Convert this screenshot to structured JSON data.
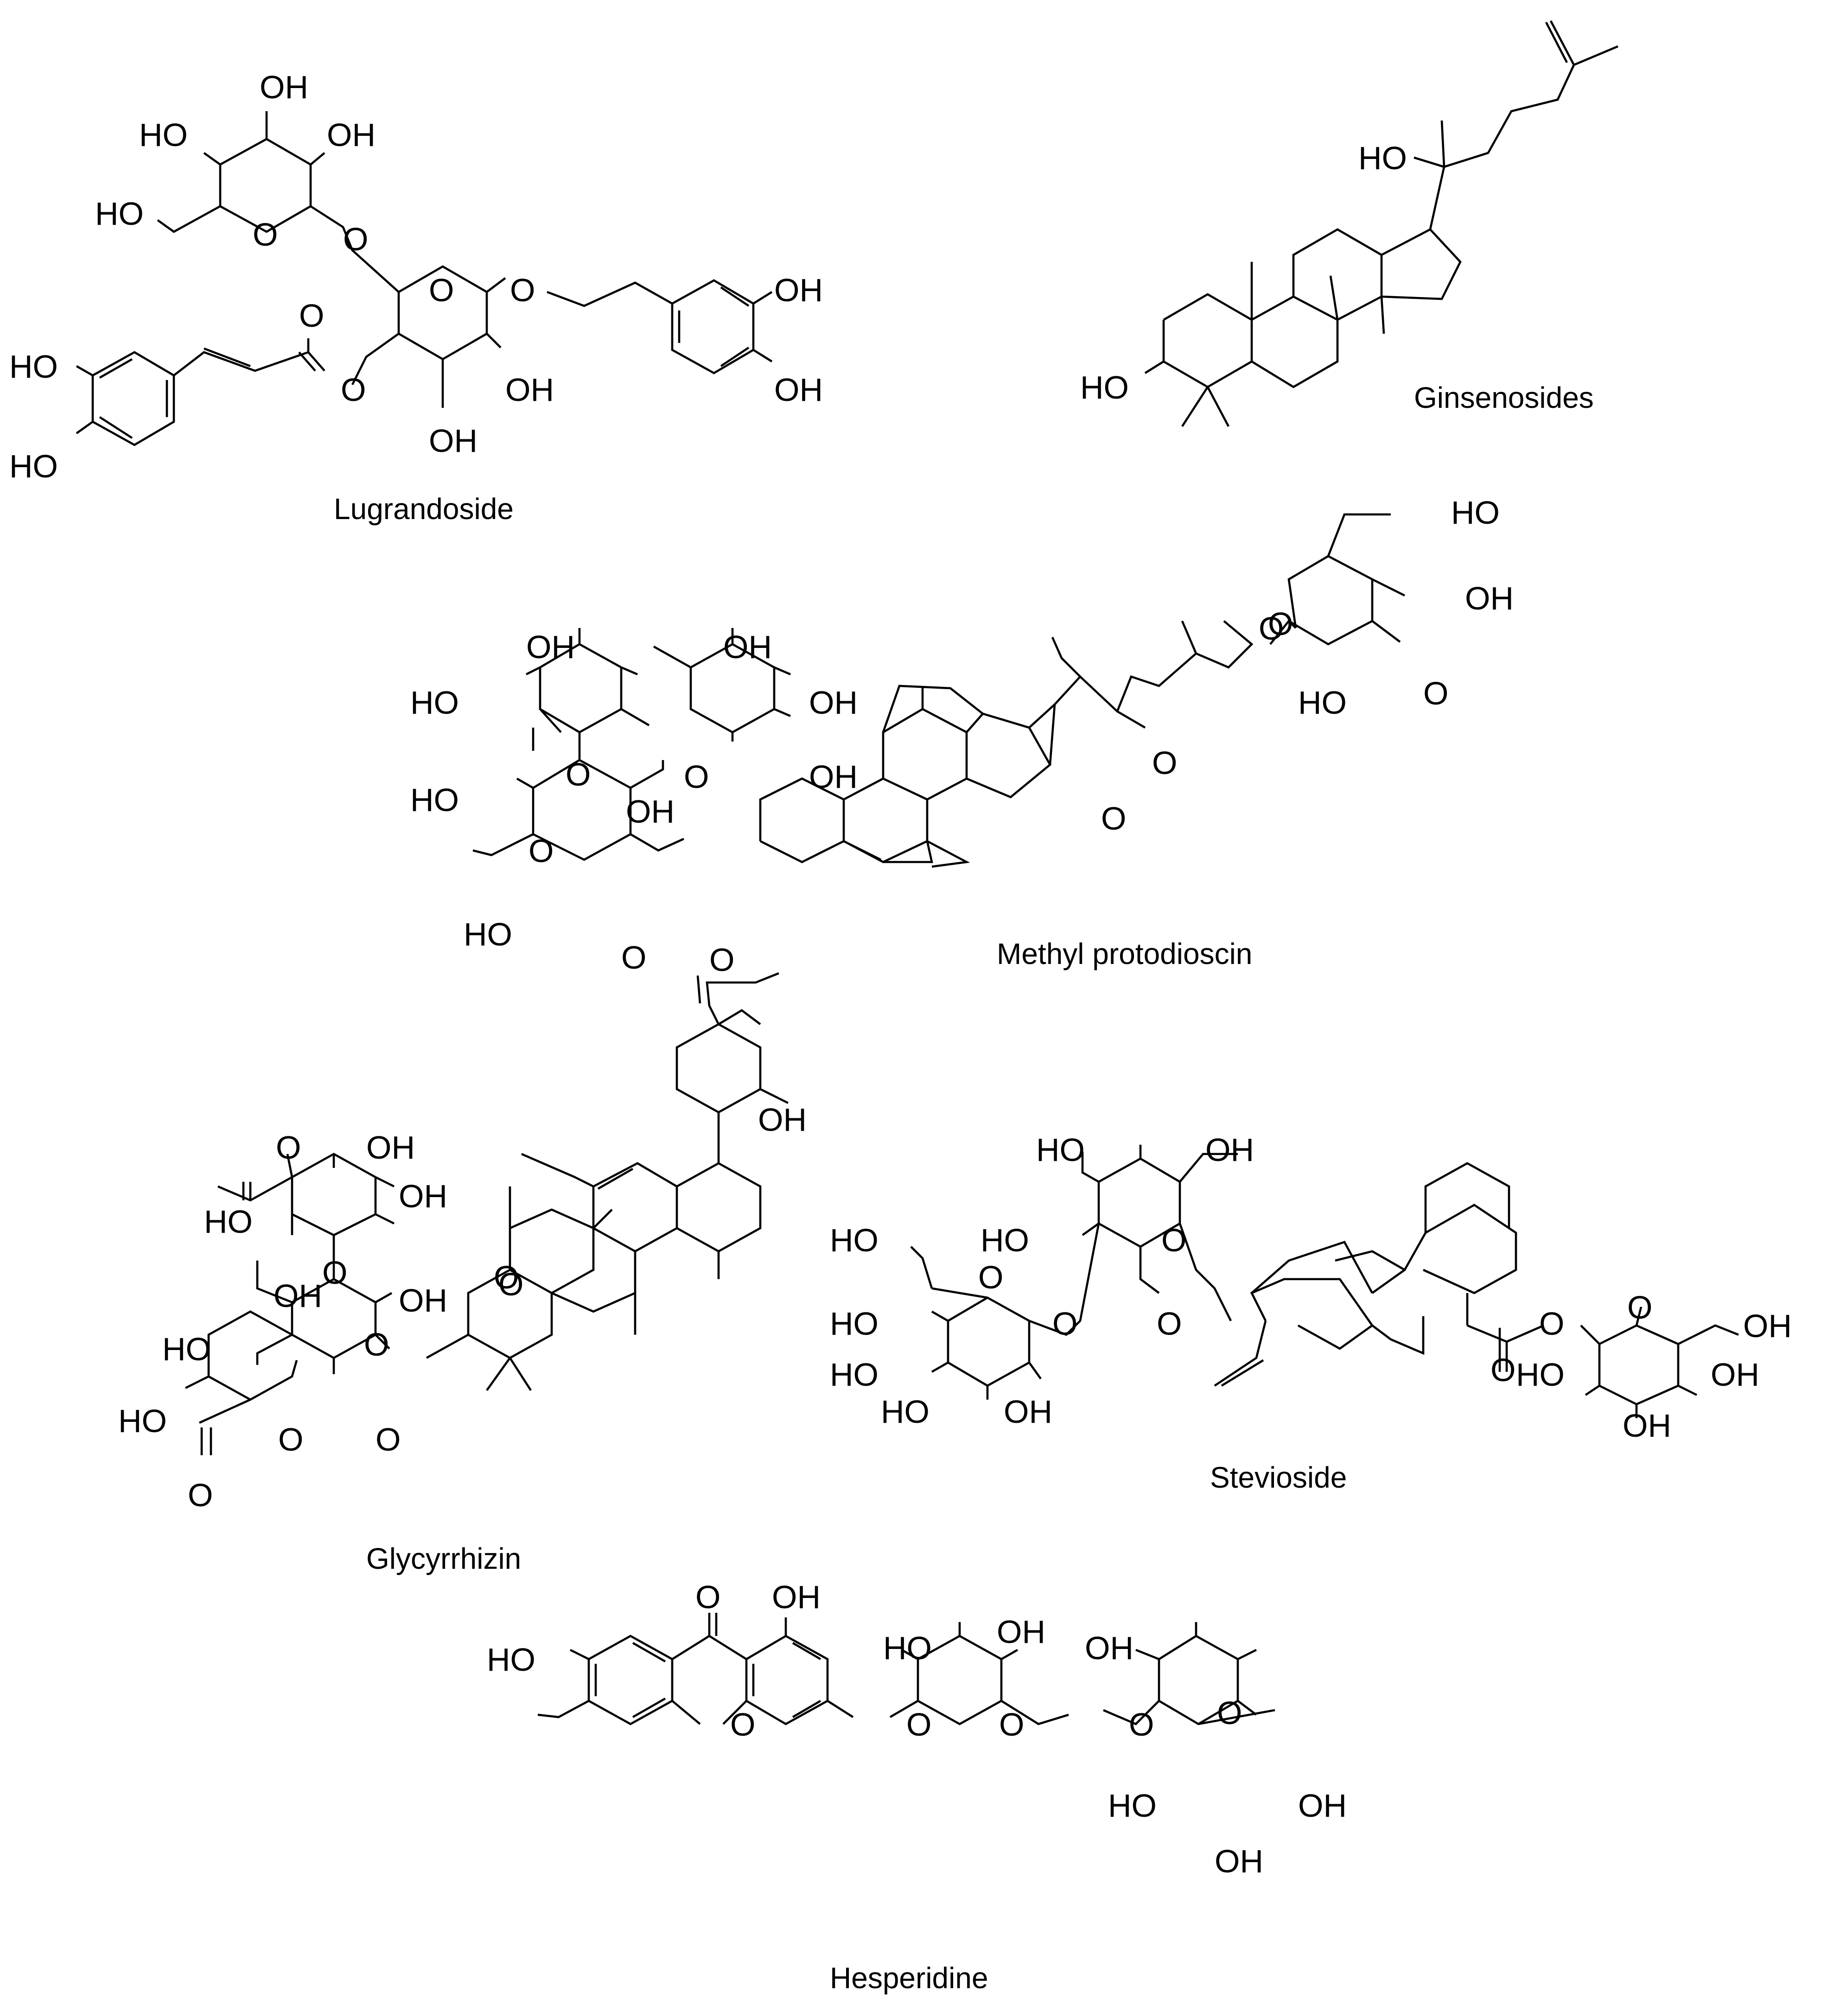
{
  "compounds": [
    {
      "name": "Lugrandoside",
      "labels": [
        "OH",
        "HO",
        "OH",
        "HO",
        "O",
        "O",
        "O",
        "O",
        "OH",
        "O",
        "O",
        "HO",
        "OH",
        "HO",
        "OH",
        "OH"
      ]
    },
    {
      "name": "Ginsenosides",
      "labels": [
        "HO",
        "HO"
      ]
    },
    {
      "name": "Methyl protodioscin",
      "labels": [
        "OH",
        "O",
        "OH",
        "HO",
        "OH",
        "OH",
        "HO",
        "OH",
        "O",
        "HO",
        "O",
        "HO",
        "O",
        "O",
        "OH",
        "O",
        "O",
        "O",
        "HO",
        "O",
        "O"
      ]
    },
    {
      "name": "Glycyrrhizin",
      "labels": [
        "O",
        "OH",
        "OH",
        "HO",
        "OH",
        "O",
        "O",
        "OH",
        "O",
        "HO",
        "O",
        "HO",
        "O",
        "O",
        "O",
        "OH"
      ]
    },
    {
      "name": "Stevioside",
      "labels": [
        "HO",
        "OH",
        "HO",
        "HO",
        "O",
        "O",
        "HO",
        "O",
        "O",
        "O",
        "OH",
        "O",
        "HO",
        "O",
        "HO",
        "OH",
        "OH",
        "HO",
        "OH"
      ]
    },
    {
      "name": "Hesperidine",
      "labels": [
        "O",
        "OH",
        "OH",
        "HO",
        "OH",
        "HO",
        "O",
        "O",
        "O",
        "O",
        "O",
        "HO",
        "OH",
        "OH"
      ]
    }
  ]
}
